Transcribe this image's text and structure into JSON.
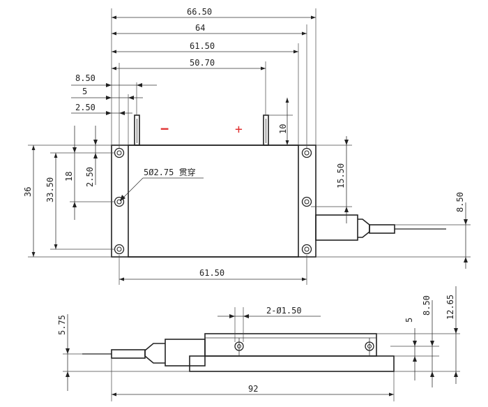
{
  "colors": {
    "line": "#222222",
    "polarity": "#e03030",
    "background": "#ffffff"
  },
  "top_view": {
    "dims": {
      "overall_width": "66.50",
      "flange_width": "64",
      "hole_spacing_x": "61.50",
      "pin_spacing": "50.70",
      "pin_offset_outer": "8.50",
      "pin_offset_mid": "5",
      "pin_offset_inner": "2.50",
      "pin_height": "10",
      "height_total": "36",
      "hole_spacing_y": "33.50",
      "left_hole_pitch": "18",
      "left_edge_offset": "2.50",
      "fiber_height": "15.50",
      "fiber_offset": "8.50",
      "bottom_hole_spacing": "61.50"
    },
    "hole_note": "5Ø2.75 贯穿",
    "polarity_negative": "−",
    "polarity_positive": "+"
  },
  "side_view": {
    "dims": {
      "left_height": "5.75",
      "hole_note": "2-Ø1.50",
      "dim_a": "5",
      "dim_b": "8.50",
      "dim_c": "12.65",
      "overall_length": "92"
    }
  }
}
